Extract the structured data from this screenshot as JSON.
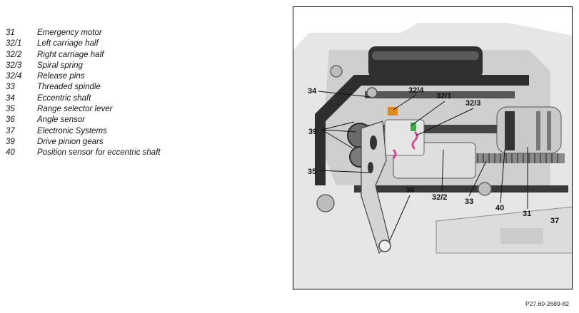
{
  "legend": [
    {
      "number": "31",
      "label": "Emergency motor"
    },
    {
      "number": "32/1",
      "label": "Left carriage half"
    },
    {
      "number": "32/2",
      "label": "Right carriage half"
    },
    {
      "number": "32/3",
      "label": "Spiral spring"
    },
    {
      "number": "32/4",
      "label": "Release pins"
    },
    {
      "number": "33",
      "label": "Threaded spindle"
    },
    {
      "number": "34",
      "label": "Eccentric shaft"
    },
    {
      "number": "35",
      "label": "Range selector lever"
    },
    {
      "number": "36",
      "label": "Angle sensor"
    },
    {
      "number": "37",
      "label": "Electronic Systems"
    },
    {
      "number": "39",
      "label": "Drive pinion gears"
    },
    {
      "number": "40",
      "label": "Position sensor for eccentric shaft"
    }
  ],
  "callouts": {
    "c34": "34",
    "c32_4": "32/4",
    "c32_1": "32/1",
    "c32_3": "32/3",
    "c39": "39",
    "c35": "35",
    "c36": "36",
    "c32_2": "32/2",
    "c33": "33",
    "c40": "40",
    "c31": "31",
    "c37": "37"
  },
  "figure_reference": "P27.60-2689-82",
  "colors": {
    "housing": "#d9d9d9",
    "frame_dark": "#2e2e2e",
    "green_pin": "#3fae49",
    "orange_pin": "#e08a1e",
    "pink_spring": "#d2529a"
  }
}
